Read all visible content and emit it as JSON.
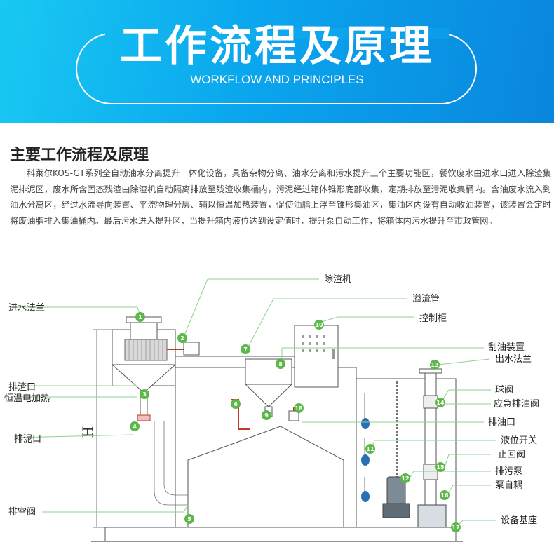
{
  "header": {
    "title": "工作流程及原理",
    "subtitle": "WORKFLOW AND PRINCIPLES"
  },
  "section": {
    "heading": "主要工作流程及原理",
    "description": "科莱尔KOS-GT系列全自动油水分离提升一体化设备，具备杂物分离、油水分离和污水提升三个主要功能区，餐饮废水由进水口进入除渣集泥排泥区，废水所含固态残渣由除渣机自动隔离排放至残渣收集桶内，污泥经过箱体锥形底部收集，定期排放至污泥收集桶内。含油废水流入到油水分离区，经过水流导向装置、平流物理分层、辅以恒温加热装置，促使油脂上浮至锥形集油区，集油区内设有自动收油装置，该装置会定时将废油脂排入集油桶内。最后污水进入提升区，当提升箱内液位达到设定值时，提升泵自动工作，将箱体内污水提升至市政管网。"
  },
  "diagram": {
    "dimension_label": "H",
    "accent_color": "#5db84b",
    "labels": {
      "inlet_flange": "进水法兰",
      "slag_remover": "除渣机",
      "overflow_pipe": "溢流管",
      "control_cabinet": "控制柜",
      "oil_scraper": "刮油装置",
      "outlet_flange": "出水法兰",
      "slag_outlet": "排渣口",
      "heater": "恒温电加热",
      "ball_valve": "球阀",
      "emergency_oil_valve": "应急排油阀",
      "oil_outlet": "排油口",
      "sludge_outlet": "排泥口",
      "level_switch": "液位开关",
      "check_valve": "止回阀",
      "sewage_pump": "排污泵",
      "pump_coupling": "泵自耦",
      "drain_valve": "排空阀",
      "equipment_base": "设备基座"
    },
    "numbers": [
      "1",
      "2",
      "3",
      "4",
      "5",
      "6",
      "7",
      "8",
      "9",
      "10",
      "11",
      "12",
      "13",
      "14",
      "15",
      "16",
      "17",
      "18"
    ]
  }
}
